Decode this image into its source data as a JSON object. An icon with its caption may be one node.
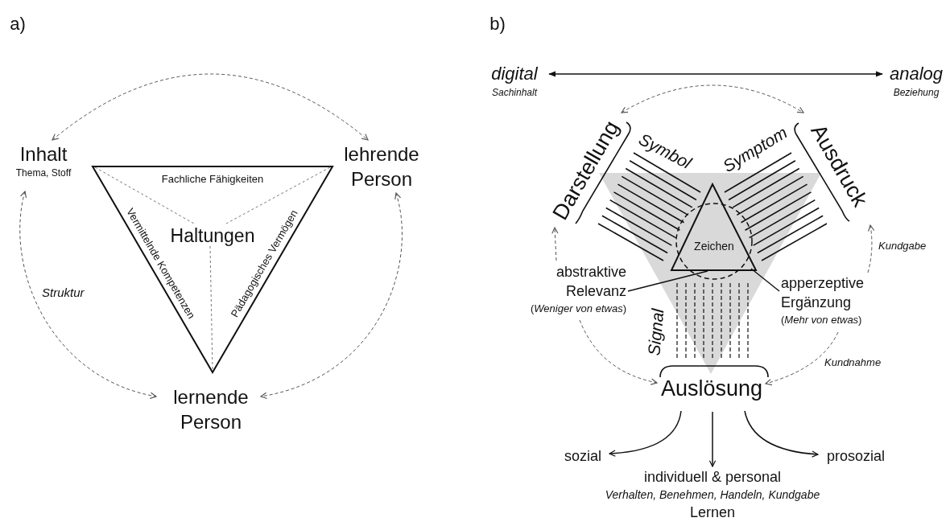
{
  "diagram": {
    "nodes": [
      {
        "text": [
          "Inhalt",
          "Thema, Stoff"
        ]
      },
      {
        "text": [
          "lehrende Person"
        ]
      },
      {
        "text": [
          "lernende Person"
        ]
      },
      {
        "text": [
          "Fachliche Fähigkeiten",
          "Haltungen",
          "Vermittelnde Kompetenzen",
          "Pädagogisches Vermögen"
        ]
      },
      {
        "text": [
          "digital",
          "Sachinhalt"
        ]
      },
      {
        "text": [
          "analog",
          "Beziehung"
        ]
      },
      {
        "text": [
          "Darstellung"
        ]
      },
      {
        "text": [
          "Ausdruck"
        ]
      },
      {
        "text": [
          "Zeichen"
        ]
      },
      {
        "text": [
          "abstraktive Relevanz",
          "(*Weniger von etwas*)"
        ]
      },
      {
        "text": [
          "apperzeptive Ergänzung",
          "(*Mehr von etwas*)"
        ]
      },
      {
        "text": [
          "Auslösung"
        ]
      },
      {
        "text": [
          "sozial"
        ]
      },
      {
        "text": [
          "individuell & personal",
          "Verhalten, Benehmen, Handeln, Kundgabe",
          "Lernen"
        ]
      },
      {
        "text": [
          "prosozial"
        ]
      }
    ],
    "edges": [
      {
        "from": 0,
        "to": 1,
        "arrow": "both",
        "style": "dashed"
      },
      {
        "from": 0,
        "to": 2,
        "arrow": "both",
        "style": "dashed",
        "label": "Struktur"
      },
      {
        "from": 1,
        "to": 2,
        "arrow": "both",
        "style": "dashed"
      },
      {
        "from": 4,
        "to": 5,
        "arrow": "both"
      },
      {
        "from": 6,
        "to": 7,
        "arrow": "both",
        "style": "dashed"
      },
      {
        "from": 9,
        "to": 6,
        "arrow": "to",
        "style": "dashed"
      },
      {
        "from": 9,
        "to": 11,
        "arrow": "to",
        "style": "dashed"
      },
      {
        "from": 10,
        "to": 7,
        "arrow": "to",
        "style": "dashed",
        "label": "Kundgabe"
      },
      {
        "from": 10,
        "to": 11,
        "arrow": "to",
        "style": "dashed",
        "label": "Kundnahme"
      },
      {
        "from": 9,
        "to": 8,
        "arrow": "none"
      },
      {
        "from": 10,
        "to": 8,
        "arrow": "none"
      },
      {
        "from": 11,
        "to": 12,
        "arrow": "to"
      },
      {
        "from": 11,
        "to": 13,
        "arrow": "to"
      },
      {
        "from": 11,
        "to": 14,
        "arrow": "to"
      }
    ],
    "labels": [
      "a)",
      "b)",
      "Symbol",
      "Symptom",
      "Signal"
    ]
  }
}
